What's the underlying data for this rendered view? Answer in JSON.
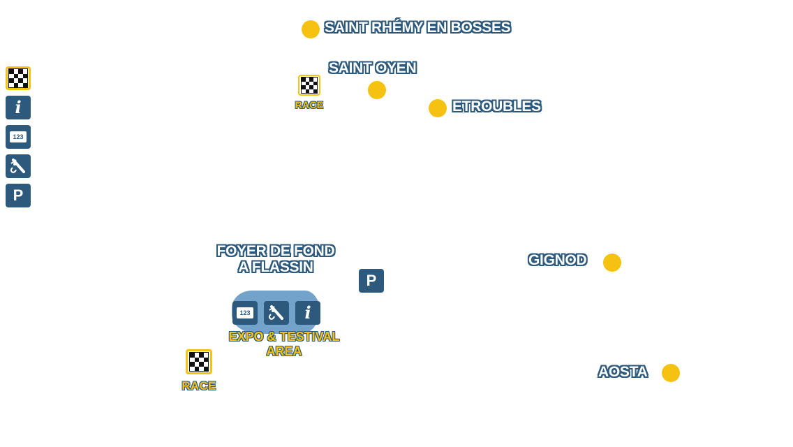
{
  "legend": {
    "items": [
      {
        "icon": "race-flag-icon"
      },
      {
        "icon": "info-icon",
        "glyph": "i"
      },
      {
        "icon": "bib-number-icon",
        "glyph": "123"
      },
      {
        "icon": "waxing-icon"
      },
      {
        "icon": "parking-icon",
        "glyph": "P"
      }
    ]
  },
  "towns": {
    "saint_rhemy": "SAINT RHÉMY EN BOSSES",
    "saint_oyen": "SAINT OYEN",
    "etroubles": "ETROUBLES",
    "gignod": "GIGNOD",
    "aosta": "AOSTA"
  },
  "venues": {
    "foyer_line1": "FOYER DE FOND",
    "foyer_line2": "A FLASSIN",
    "expo_line1": "EXPO & TESTIVAL",
    "expo_line2": "AREA"
  },
  "race_markers": {
    "north_label": "RACE",
    "south_label": "RACE"
  },
  "glyphs": {
    "info": "i",
    "bib": "123",
    "parking": "P"
  },
  "colors": {
    "navy": "#2d5a7c",
    "yellow": "#f5c211",
    "expo_blob": "#6b9dc7"
  }
}
